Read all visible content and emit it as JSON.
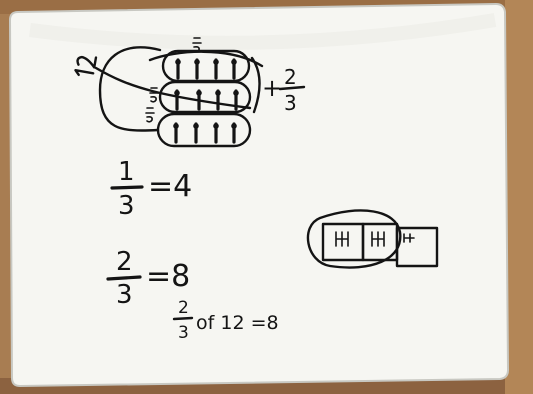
{
  "photo": {
    "subject": "Handwritten fraction work on a whiteboard",
    "colors": {
      "table": "#a87d52",
      "table_dark": "#7a5533",
      "board": "#f6f6f2",
      "board_edge": "#c8c8c2",
      "ink": "#141414"
    }
  },
  "whiteboard": {
    "top_diagram": {
      "group_counts": [
        4,
        4,
        4
      ],
      "circled_groups": 2,
      "whole_label": "12",
      "fraction_labels": [
        "⅓",
        "⅓",
        "⅓"
      ],
      "result_text": "+",
      "result_fraction": {
        "numerator": "2",
        "denominator": "3"
      }
    },
    "equations": [
      {
        "numerator": "1",
        "denominator": "3",
        "tail": "=4"
      },
      {
        "numerator": "2",
        "denominator": "3",
        "tail": "=8"
      },
      {
        "numerator": "2",
        "denominator": "3",
        "tail": "of 12 =8"
      }
    ],
    "bar_model": {
      "parts": 3,
      "circled_parts": 2,
      "marks_per_part": 4
    }
  }
}
